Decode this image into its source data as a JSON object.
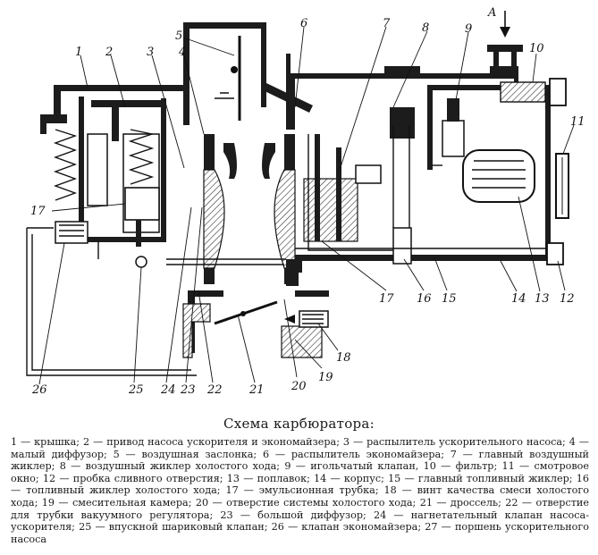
{
  "caption": {
    "title": "Схема карбюратора:",
    "legend": "1 — крышка; 2 — привод насоса ускорителя и экономайзера; 3 — распылитель ускорительного насоса; 4 — малый диффузор; 5 — воздушная заслонка; 6 — распылитель экономайзера; 7 — главный воздушный жиклер; 8 — воздушный жиклер холостого хода; 9 — игольчатый клапан, 10 — фильтр; 11 — смотровое окно; 12 — пробка сливного отверстия; 13 — поплавок; 14 — корпус; 15 — главный топливный жиклер; 16 — топливный жиклер холостого хода; 17 — эмульсионная трубка; 18 — винт качества смеси холостого хода; 19 — смесительная камера; 20 — отверстие системы холостого хода; 21 — дроссель; 22 — отверстие для трубки вакуумного регулятора; 23 — большой диффузор; 24 — нагнетательный клапан насоса-ускорителя; 25 — впускной шариковый клапан; 26 — клапан экономайзера; 27 — поршень ускорительного насоса"
  },
  "callouts": {
    "n1": "1",
    "n2": "2",
    "n3": "3",
    "n4": "4",
    "n5": "5",
    "n6": "6",
    "n7": "7",
    "n8": "8",
    "n9": "9",
    "n10": "10",
    "n11": "11",
    "n12": "12",
    "n13": "13",
    "n14": "14",
    "n15": "15",
    "n16": "16",
    "n17a": "17",
    "n17b": "17",
    "n18": "18",
    "n19": "19",
    "n20": "20",
    "n21": "21",
    "n22": "22",
    "n23": "23",
    "n24": "24",
    "n25": "25",
    "n26": "26",
    "arrowA": "A"
  }
}
